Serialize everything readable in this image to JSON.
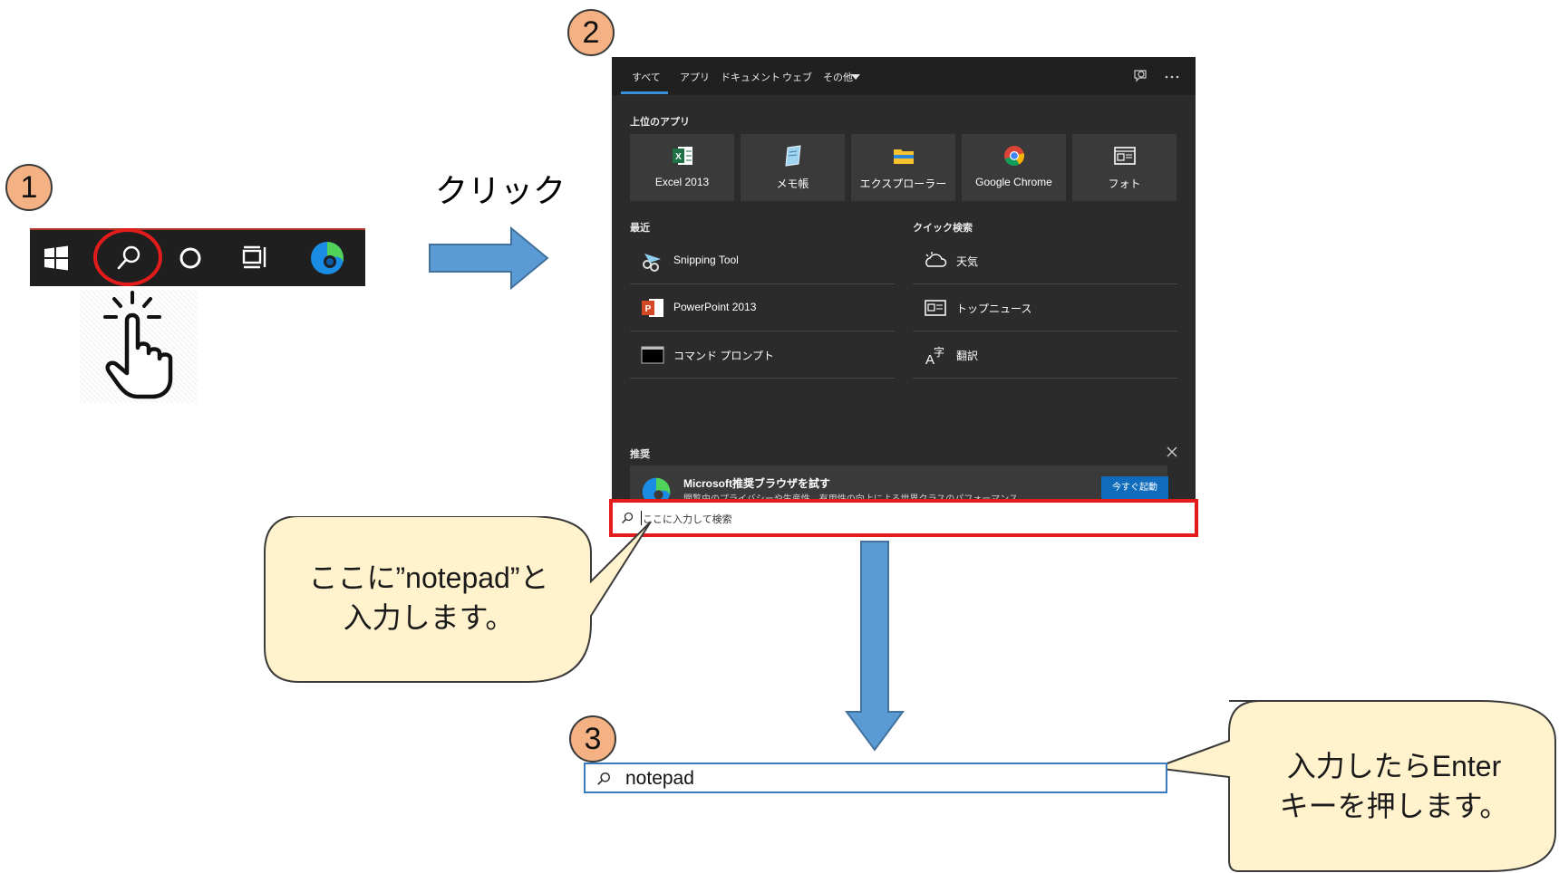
{
  "steps": {
    "one": "1",
    "two": "2",
    "three": "3"
  },
  "click_label": "クリック",
  "search_panel": {
    "tabs": [
      "すべて",
      "アプリ",
      "ドキュメント",
      "ウェブ",
      "その他"
    ],
    "top_apps_title": "上位のアプリ",
    "top_apps": [
      "Excel 2013",
      "メモ帳",
      "エクスプローラー",
      "Google Chrome",
      "フォト"
    ],
    "recent_title": "最近",
    "recent": [
      "Snipping Tool",
      "PowerPoint 2013",
      "コマンド プロンプト"
    ],
    "quick_title": "クイック検索",
    "quick": [
      "天気",
      "トップニュース",
      "翻訳"
    ],
    "recommend_title": "推奨",
    "recommend_heading": "Microsoft推奨ブラウザを試す",
    "recommend_sub": "閲覧中のプライバシーや生産性、有用性の向上による世界クラスのパフォーマンス",
    "start_button": "今すぐ起動",
    "search_placeholder": "ここに入力して検索"
  },
  "callout_left": {
    "line1": "ここに”notepad”と",
    "line2": "入力します。"
  },
  "callout_right": {
    "line1": "入力したらEnter",
    "line2": "キーを押します。"
  },
  "bottom_search": {
    "value": "notepad"
  },
  "colors": {
    "step_fill": "#f4b183",
    "callout_fill": "#fff2cc",
    "arrow_fill": "#5b9bd5",
    "highlight_red": "#e31b1b",
    "taskbar": "#1f1f1f",
    "panel": "#2b2b2b",
    "accent_blue": "#0f6cbd"
  }
}
